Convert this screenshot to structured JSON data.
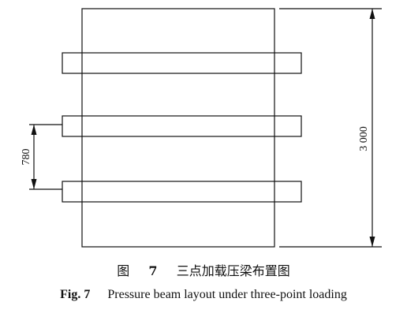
{
  "diagram": {
    "dimension_overall": "3 000",
    "dimension_spacing": "780",
    "beam_count": 3
  },
  "caption": {
    "cn_prefix": "图",
    "cn_number": "7",
    "cn_text": "三点加载压梁布置图",
    "en_prefix": "Fig.",
    "en_number": "7",
    "en_text": "Pressure beam layout under three-point loading"
  },
  "colors": {
    "line": "#111111",
    "background": "#ffffff"
  }
}
